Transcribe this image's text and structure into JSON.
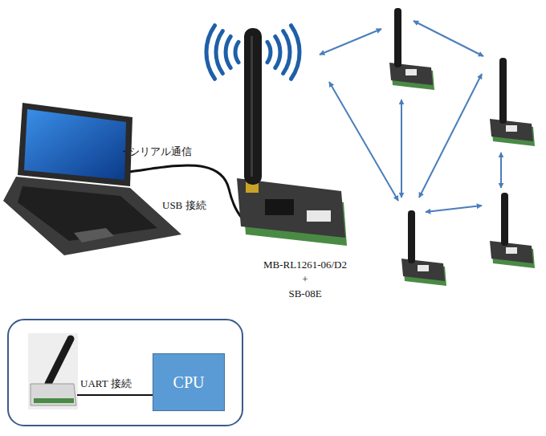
{
  "diagram": {
    "nodes": [
      {
        "text": [
          "CPU"
        ]
      }
    ],
    "labels": [
      "・シリアル通信",
      "USB 接続",
      "MB-RL1261-06/D2",
      "+",
      "SB-08E",
      "UART 接続"
    ]
  }
}
